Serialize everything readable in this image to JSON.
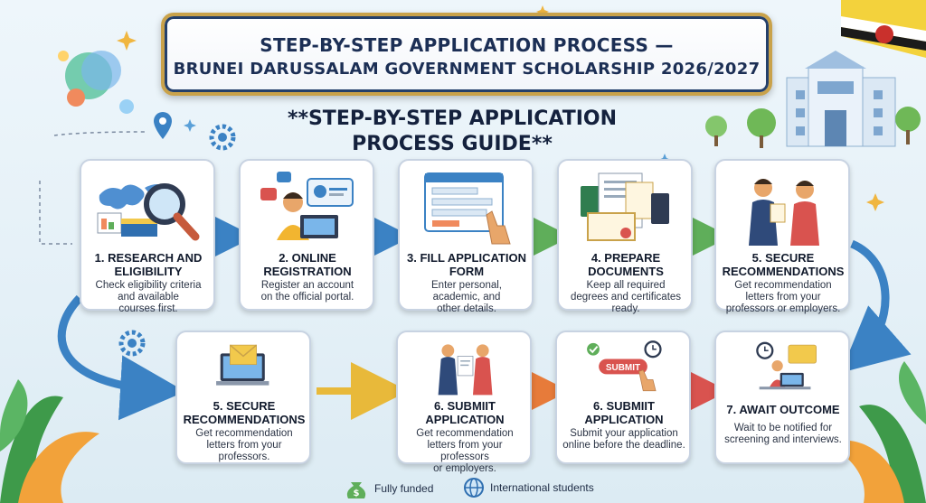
{
  "title": {
    "line1": "STEP-BY-STEP APPLICATION PROCESS —",
    "line2": "BRUNEI DARUSSALAM GOVERNMENT SCHOLARSHIP 2026/2027"
  },
  "subtitle": {
    "line1": "**STEP-BY-STEP APPLICATION",
    "line2": "PROCESS GUIDE**"
  },
  "steps_row1": [
    {
      "title1": "1. RESEARCH AND",
      "title2": "ELIGIBILITY",
      "desc1": "Check eligibility criteria",
      "desc2": "and available",
      "desc3": "courses first."
    },
    {
      "title1": "2. ONLINE",
      "title2": "REGISTRATION",
      "desc1": "Register an account",
      "desc2": "on the official portal.",
      "desc3": ""
    },
    {
      "title1": "3. FILL APPLICATION",
      "title2": "FORM",
      "desc1": "Enter personal,",
      "desc2": "academic, and",
      "desc3": "other details."
    },
    {
      "title1": "4. PREPARE",
      "title2": "DOCUMENTS",
      "desc1": "Keep all required",
      "desc2": "degrees and certificates",
      "desc3": "ready."
    },
    {
      "title1": "5. SECURE",
      "title2": "RECOMMENDATIONS",
      "desc1": "Get recommendation",
      "desc2": "letters from your",
      "desc3": "professors or employers."
    }
  ],
  "steps_row2": [
    {
      "title1": "5. SECURE",
      "title2": "RECOMMENDATIONS",
      "desc1": "Get recommendation",
      "desc2": "letters from your",
      "desc3": "professors."
    },
    {
      "title1": "6. SUBMIIT",
      "title2": "APPLICATION",
      "desc1": "Get recommendation",
      "desc2": "letters from your professors",
      "desc3": "or employers."
    },
    {
      "title1": "6. SUBMIIT",
      "title2": "APPLICATION",
      "desc1": "Submit your application",
      "desc2": "online before the deadline.",
      "desc3": ""
    },
    {
      "title1": "7. AWAIT OUTCOME",
      "title2": "",
      "desc1": "Wait to be notified for",
      "desc2": "screening and interviews.",
      "desc3": ""
    }
  ],
  "illustration_labels": {
    "submit_button": "SUBMIT"
  },
  "footer": {
    "funded": "Fully funded",
    "international": "International students"
  },
  "icons": {
    "funded": "money-bag-icon",
    "international": "globe-icon"
  },
  "colors": {
    "navy": "#1c2f55",
    "gold": "#c9a24a",
    "arrow_blue": "#3b82c4",
    "arrow_green": "#5fae5a",
    "arrow_yellow": "#e8b93a",
    "arrow_orange": "#e77b3a",
    "arrow_red": "#d9534f"
  }
}
